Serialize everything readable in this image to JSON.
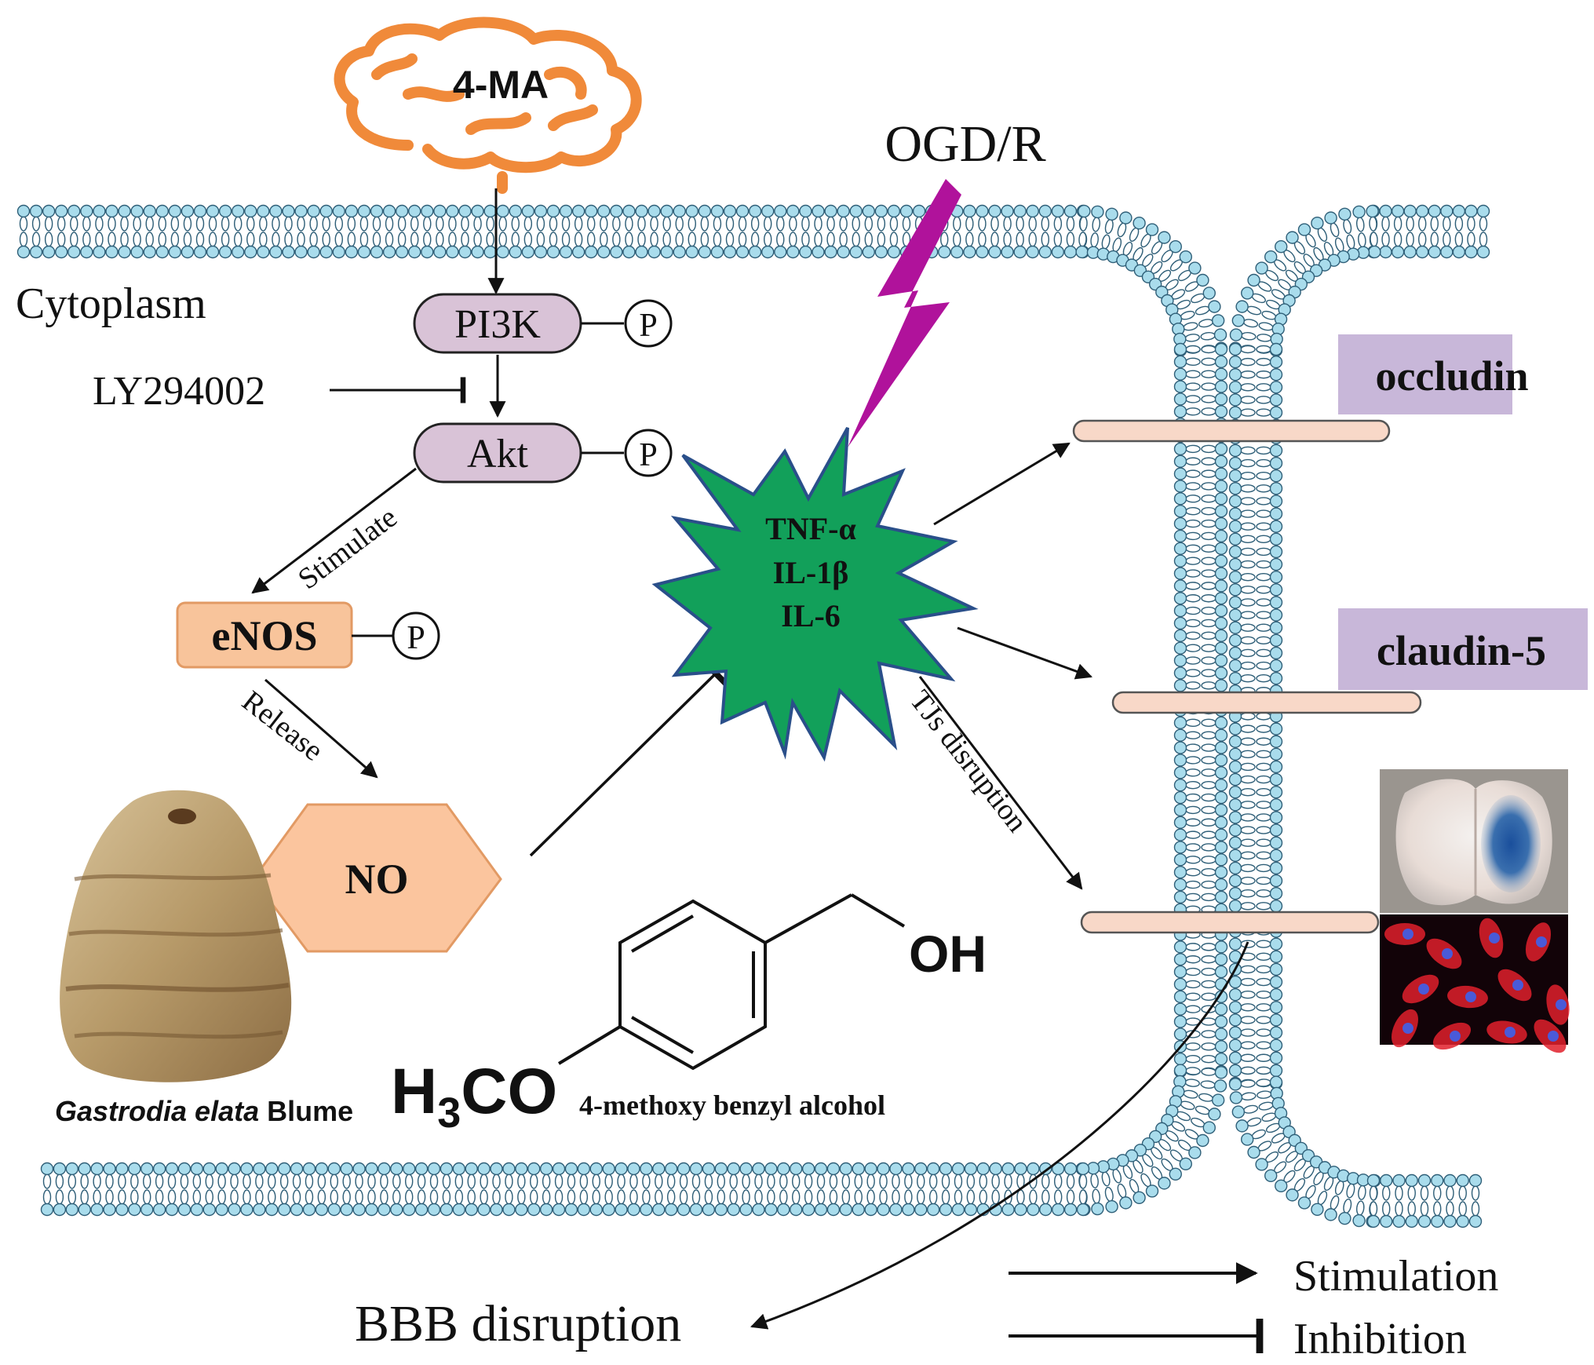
{
  "colors": {
    "membrane_head": "#a9dcec",
    "membrane_outline": "#2f5f78",
    "kinase_fill": "#d9c3d7",
    "enos_fill": "#f8c49b",
    "no_fill": "#fbc59e",
    "star_fill": "#12a05a",
    "star_outline": "#2a4f8a",
    "lightning": "#b0129b",
    "brain": "#f08a3a",
    "junction_fill": "#f8d8c8",
    "label_box": "#c8b7d9"
  },
  "labels": {
    "compound_short": "4-MA",
    "stimulus": "OGD/R",
    "cytoplasm": "Cytoplasm",
    "pi3k": "PI3K",
    "inhibitor": "LY294002",
    "akt": "Akt",
    "phospho": "P",
    "stimulate": "Stimulate",
    "enos": "eNOS",
    "release": "Release",
    "no": "NO",
    "cytokine_1": "TNF-α",
    "cytokine_2": "IL-1β",
    "cytokine_3": "IL-6",
    "tjs_disruption": "TJs disruption",
    "occludin": "occludin",
    "claudin": "claudin-5",
    "hydroxyl": "OH",
    "methoxy_main": "H",
    "methoxy_sub": "3",
    "methoxy_tail": "CO",
    "compound_name": "4-methoxy benzyl alcohol",
    "plant_italic": "Gastrodia elata",
    "plant_rest": " Blume",
    "bbb": "BBB disruption"
  },
  "legend": {
    "stimulation": "Stimulation",
    "inhibition": "Inhibition"
  },
  "icons": {
    "compound_icon": "brain-icon",
    "stimulus_icon": "lightning-icon",
    "plant_photo": "rhizome-photo",
    "brain_photo": "stained-brain-photo",
    "cell_photo": "fluorescent-cells-photo"
  }
}
